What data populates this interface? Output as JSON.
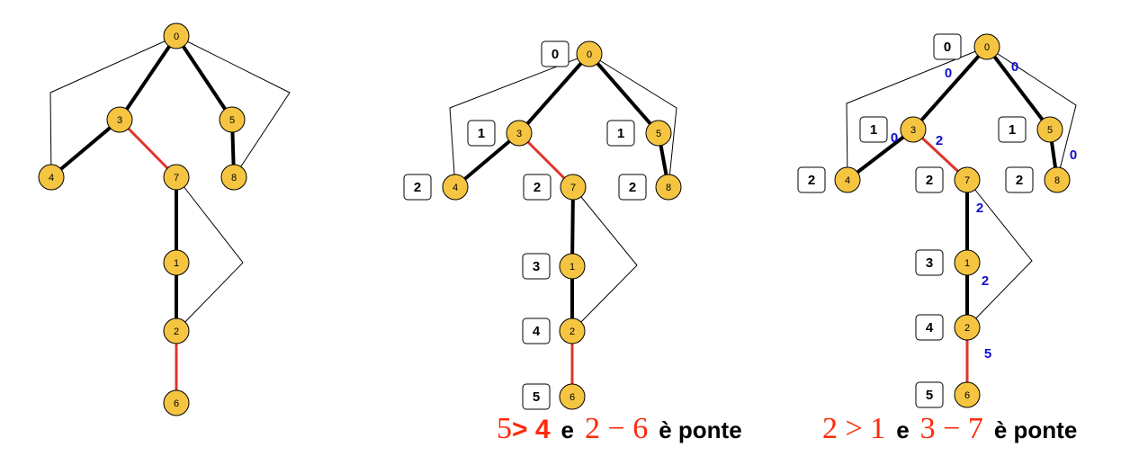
{
  "nodes": [
    "0",
    "3",
    "5",
    "4",
    "7",
    "8",
    "1",
    "2",
    "6"
  ],
  "captions": [
    {
      "a": "5",
      "op": "> 4",
      "e": "e",
      "expr": "2 − 6",
      "tail": "è ponte"
    },
    {
      "a": "2 > 1",
      "e": "e",
      "expr": "3 − 7",
      "tail": "è ponte"
    }
  ],
  "dfs_numbers": {
    "0": "0",
    "3": "1",
    "5": "1",
    "4": "2",
    "7": "2",
    "8": "2",
    "1": "3",
    "2": "4",
    "6": "5"
  },
  "low_values": {
    "0-3": "0",
    "0-5": "0",
    "3-4": "0",
    "3-7": "2",
    "5-8": "0",
    "7-1": "2",
    "1-2": "2",
    "2-6": "5"
  },
  "colors": {
    "node_fill": "#f5c542",
    "tree_edge": "#000000",
    "bridge_edge": "#e0342a",
    "back_edge": "#000000",
    "low_text": "#1010d0",
    "caption_red": "#ff2a0a"
  }
}
